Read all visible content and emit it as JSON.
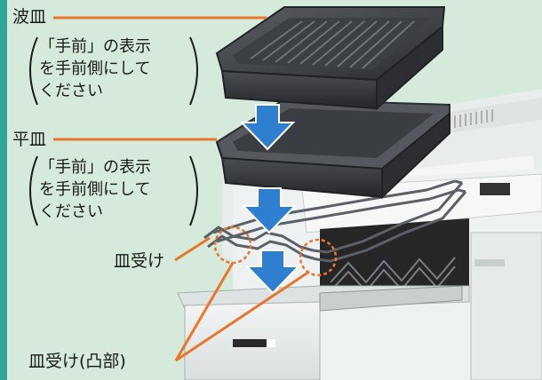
{
  "colors": {
    "background": "#d5eadb",
    "left_edge": "#2fa69a",
    "callout_line": "#e8772e",
    "arrow": "#2f7fd0",
    "counter": "#eef1f1",
    "window": "#262626",
    "tray_dark": "#3d4045"
  },
  "labels": {
    "wave_tray": "波皿",
    "wave_tray_note": [
      "「手前」の表示",
      "を手前側にして",
      "ください"
    ],
    "flat_tray": "平皿",
    "flat_tray_note": [
      "「手前」の表示",
      "を手前側にして",
      "ください"
    ],
    "tray_holder": "皿受け",
    "tray_holder_bump": "皿受け(凸部)"
  },
  "icons": [
    "down-arrow-icon",
    "down-arrow-icon",
    "down-arrow-icon"
  ]
}
